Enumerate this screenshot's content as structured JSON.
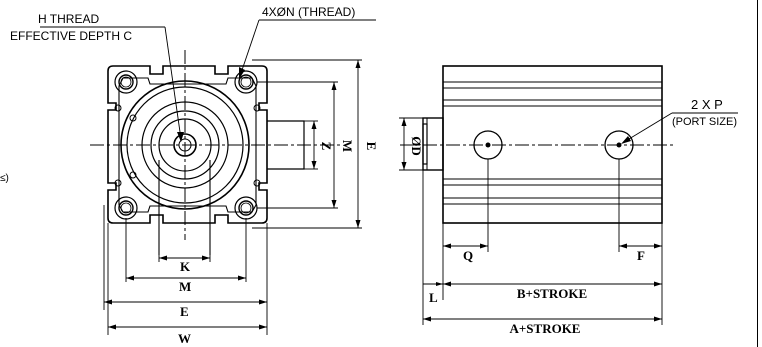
{
  "front_view": {
    "callout_h_thread_line1": "H THREAD",
    "callout_h_thread_line2": "EFFECTIVE DEPTH C",
    "callout_mount": "4XØN (THREAD)",
    "dim_k": "K",
    "dim_m_bottom": "M",
    "dim_e_bottom": "E",
    "dim_w": "W",
    "dim_z": "Z",
    "dim_m_side": "M",
    "dim_e_side": "E",
    "edge_fragment": "≤)"
  },
  "side_view": {
    "dim_od": "ØD",
    "callout_port_line1": "2 X P",
    "callout_port_line2": "(PORT SIZE)",
    "dim_q": "Q",
    "dim_f": "F",
    "dim_l": "L",
    "dim_b_stroke": "B+STROKE",
    "dim_a_stroke": "A+STROKE"
  }
}
